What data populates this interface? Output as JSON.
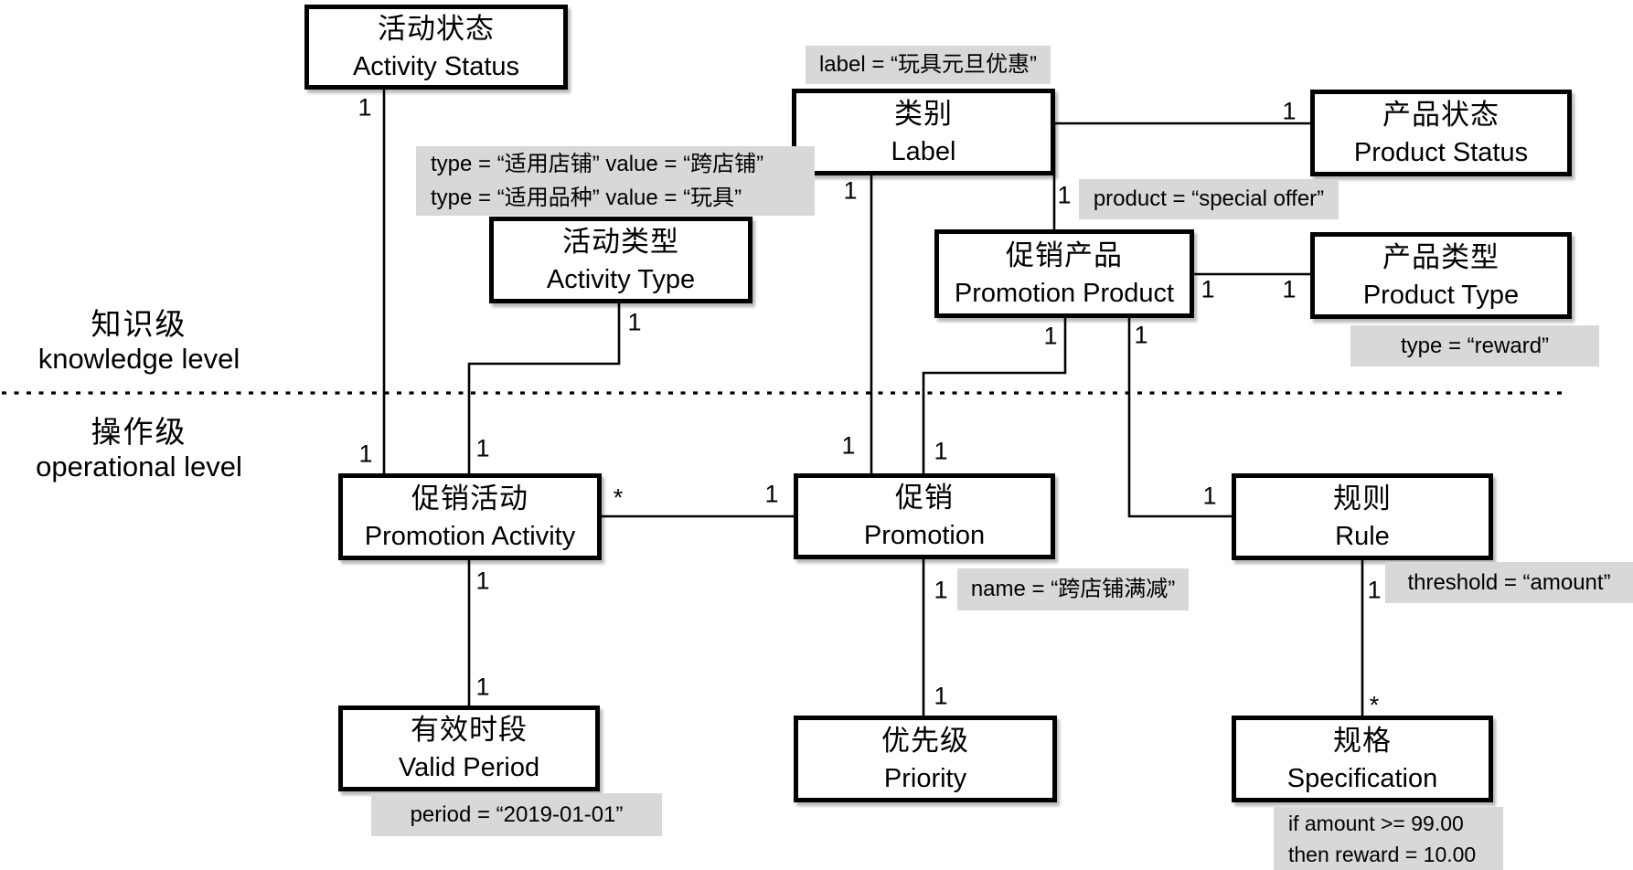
{
  "levels": {
    "knowledge_zh": "知识级",
    "knowledge_en": "knowledge level",
    "operational_zh": "操作级",
    "operational_en": "operational level"
  },
  "entities": [
    {
      "id": "activity-status",
      "zh": "活动状态",
      "en": "Activity Status"
    },
    {
      "id": "label",
      "zh": "类别",
      "en": "Label"
    },
    {
      "id": "activity-type",
      "zh": "活动类型",
      "en": "Activity Type"
    },
    {
      "id": "promotion-product",
      "zh": "促销产品",
      "en": "Promotion Product"
    },
    {
      "id": "product-status",
      "zh": "产品状态",
      "en": "Product Status"
    },
    {
      "id": "product-type",
      "zh": "产品类型",
      "en": "Product Type"
    },
    {
      "id": "promotion-activity",
      "zh": "促销活动",
      "en": "Promotion Activity"
    },
    {
      "id": "promotion",
      "zh": "促销",
      "en": "Promotion"
    },
    {
      "id": "rule",
      "zh": "规则",
      "en": "Rule"
    },
    {
      "id": "valid-period",
      "zh": "有效时段",
      "en": "Valid Period"
    },
    {
      "id": "priority",
      "zh": "优先级",
      "en": "Priority"
    },
    {
      "id": "specification",
      "zh": "规格",
      "en": "Specification"
    }
  ],
  "annotations": [
    {
      "id": "label-value",
      "lines": [
        "label = “玩具元旦优惠”"
      ]
    },
    {
      "id": "activity-type-values",
      "lines": [
        "type = “适用店铺” value = “跨店铺”",
        "type = “适用品种” value = “玩具”"
      ]
    },
    {
      "id": "product-value",
      "lines": [
        "product = “special offer”"
      ]
    },
    {
      "id": "product-type-value",
      "lines": [
        "type = “reward”"
      ]
    },
    {
      "id": "promotion-value",
      "lines": [
        "name = “跨店铺满减”"
      ]
    },
    {
      "id": "rule-value",
      "lines": [
        "threshold = “amount”"
      ]
    },
    {
      "id": "valid-period-value",
      "lines": [
        "period = “2019-01-01”"
      ]
    },
    {
      "id": "specification-values",
      "lines": [
        "if amount >= 99.00",
        "then reward = 10.00"
      ]
    }
  ],
  "multiplicities": [
    {
      "text": "1"
    },
    {
      "text": "1"
    },
    {
      "text": "1"
    },
    {
      "text": "1"
    },
    {
      "text": "1"
    },
    {
      "text": "1"
    },
    {
      "text": "1"
    },
    {
      "text": "1"
    },
    {
      "text": "1"
    },
    {
      "text": "1"
    },
    {
      "text": "1"
    },
    {
      "text": "1"
    },
    {
      "text": "1"
    },
    {
      "text": "1"
    },
    {
      "text": "*"
    },
    {
      "text": "1"
    },
    {
      "text": "1"
    },
    {
      "text": "1"
    },
    {
      "text": "1"
    },
    {
      "text": "1"
    },
    {
      "text": "1"
    },
    {
      "text": "*"
    }
  ],
  "colors": {
    "box_border": "#000000",
    "box_bg": "#ffffff",
    "annotation_bg": "#d8d8d8",
    "line": "#000000",
    "text": "#000000"
  }
}
